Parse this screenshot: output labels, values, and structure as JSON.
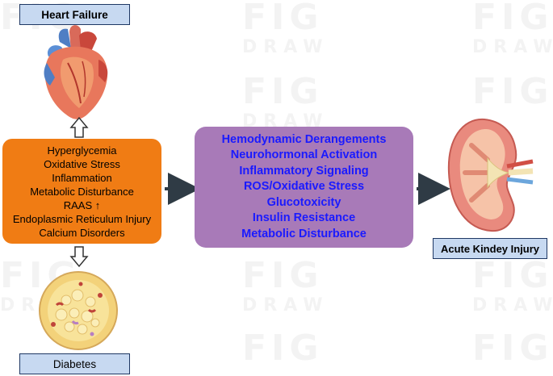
{
  "labels": {
    "heart_failure": "Heart Failure",
    "diabetes": "Diabetes",
    "aki": "Acute Kindey Injury"
  },
  "risk_factors": [
    "Hyperglycemia",
    "Oxidative Stress",
    "Inflammation",
    "Metabolic Disturbance",
    "RAAS ↑",
    "Endoplasmic Reticulum Injury",
    "Calcium Disorders"
  ],
  "mechanisms": [
    "Hemodynamic Derangements",
    "Neurohormonal Activation",
    "Inflammatory Signaling",
    "ROS/Oxidative Stress",
    "Glucotoxicity",
    "Insulin Resistance",
    "Metabolic Disturbance"
  ],
  "watermark": {
    "word1": "FIG",
    "word2": "DRAW"
  },
  "colors": {
    "risk_box": "#f07c14",
    "mechanism_box": "#a87ab8",
    "mechanism_text": "#1a1aff",
    "label_fill": "#c7d9f1",
    "label_border": "#1f3864",
    "arrow": "#2f3b45"
  },
  "icons": [
    "heart-illustration",
    "kidney-illustration",
    "adipose-tissue-illustration"
  ]
}
